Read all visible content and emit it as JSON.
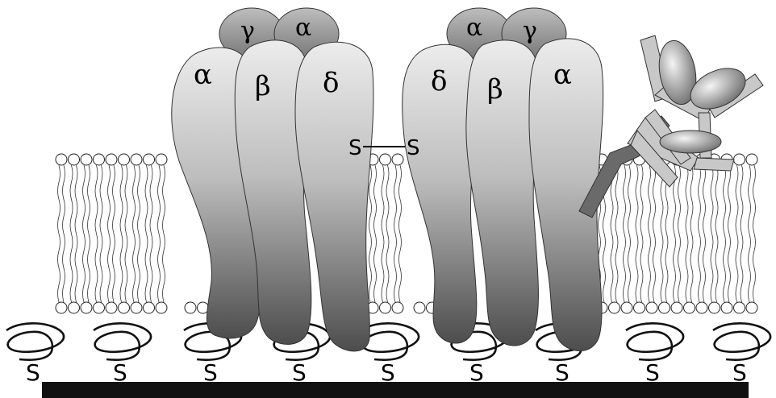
{
  "receptor_left": {
    "top_subunits": [
      "γ",
      "α"
    ],
    "subunits": [
      "α",
      "β",
      "δ"
    ]
  },
  "receptor_right": {
    "top_subunits": [
      "α",
      "γ"
    ],
    "subunits": [
      "δ",
      "β",
      "α"
    ]
  },
  "disulfide_bond": {
    "left": "S",
    "right": "S"
  },
  "anchor_symbol": "S",
  "colors": {
    "protein_light": "#e4e4e4",
    "protein_dark": "#555555",
    "antibody": "#c8c8c8",
    "antibody_stem": "#6a6a6a",
    "substrate": "#111111"
  },
  "icons": [
    "lipid-bilayer-icon",
    "antibody-icon",
    "tether-coil-icon"
  ]
}
